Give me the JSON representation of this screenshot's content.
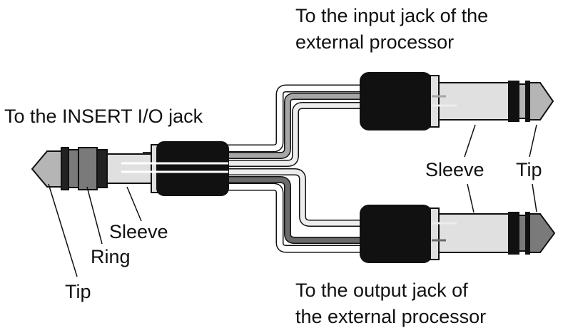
{
  "labels": {
    "input_jack_line1": "To the input jack of the",
    "input_jack_line2": "external processor",
    "insert_io_jack": "To the INSERT I/O jack",
    "sleeve_left": "Sleeve",
    "ring": "Ring",
    "tip_left": "Tip",
    "sleeve_right": "Sleeve",
    "tip_right": "Tip",
    "output_jack_line1": "To the output jack of",
    "output_jack_line2": "the external processor"
  },
  "colors": {
    "background": "#ffffff",
    "line": "#111111",
    "plug_body": "#111111",
    "sleeve_metal": "#e0e0e0",
    "tip_metal": "#b5b5b5",
    "ring_metal": "#7a7a7a",
    "wire_light": "#f2f2f2",
    "wire_mid": "#a6a6a6",
    "wire_dark": "#5c5c5c"
  }
}
